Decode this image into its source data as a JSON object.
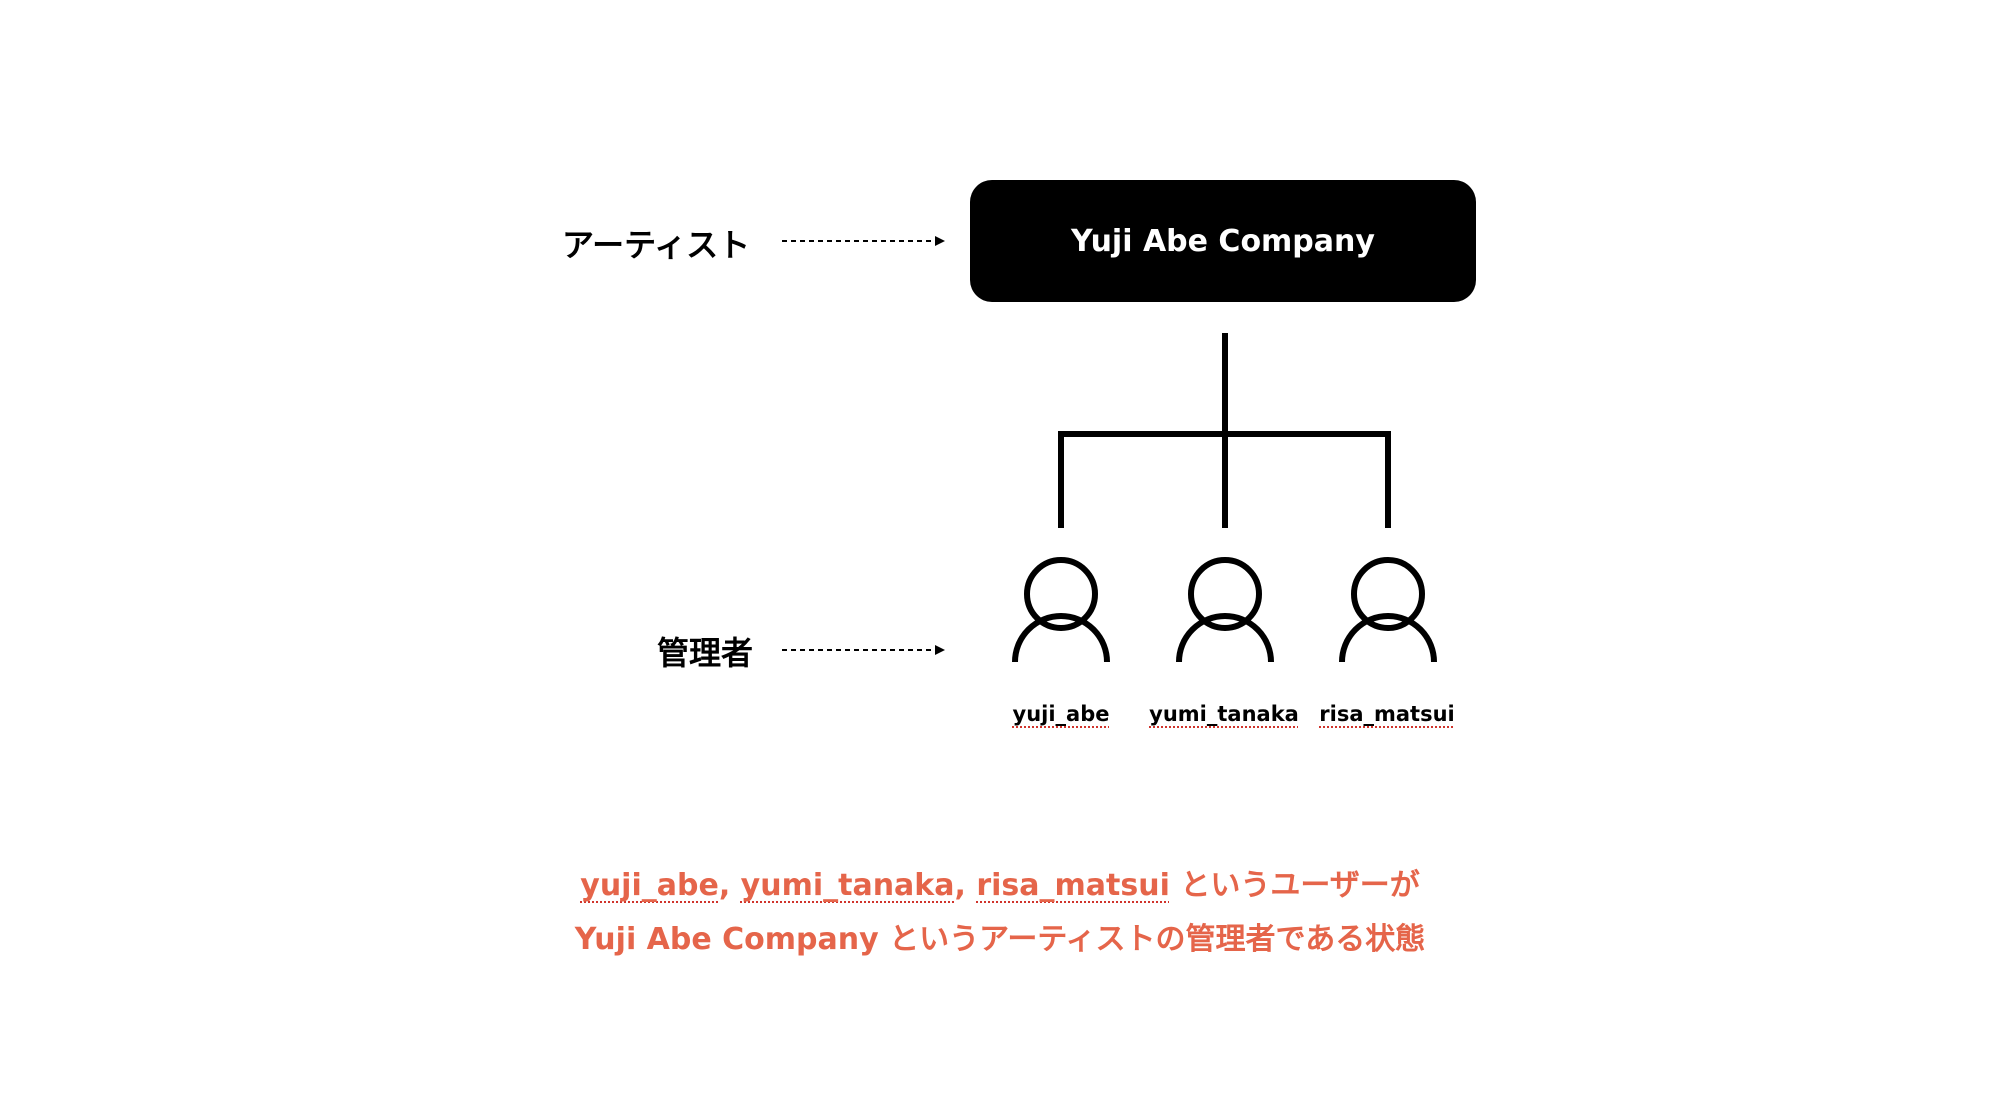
{
  "labels": {
    "artist": "アーティスト",
    "admin": "管理者"
  },
  "organization": {
    "name": "Yuji Abe Company"
  },
  "users": [
    {
      "name": "yuji_abe"
    },
    {
      "name": "yumi_tanaka"
    },
    {
      "name": "risa_matsui"
    }
  ],
  "caption": {
    "line1_users": [
      "yuji_abe",
      "yumi_tanaka",
      "risa_matsui"
    ],
    "line1_separator": ", ",
    "line1_suffix": " というユーザーが",
    "line2": "Yuji Abe Company というアーティストの管理者である状態"
  },
  "colors": {
    "box_fill": "#000000",
    "box_text": "#ffffff",
    "line": "#000000",
    "caption_text": "#e5654a",
    "spellcheck_underline": "#d0342c"
  },
  "icons": {
    "user": "user-icon",
    "arrow": "dotted-arrow-right"
  }
}
